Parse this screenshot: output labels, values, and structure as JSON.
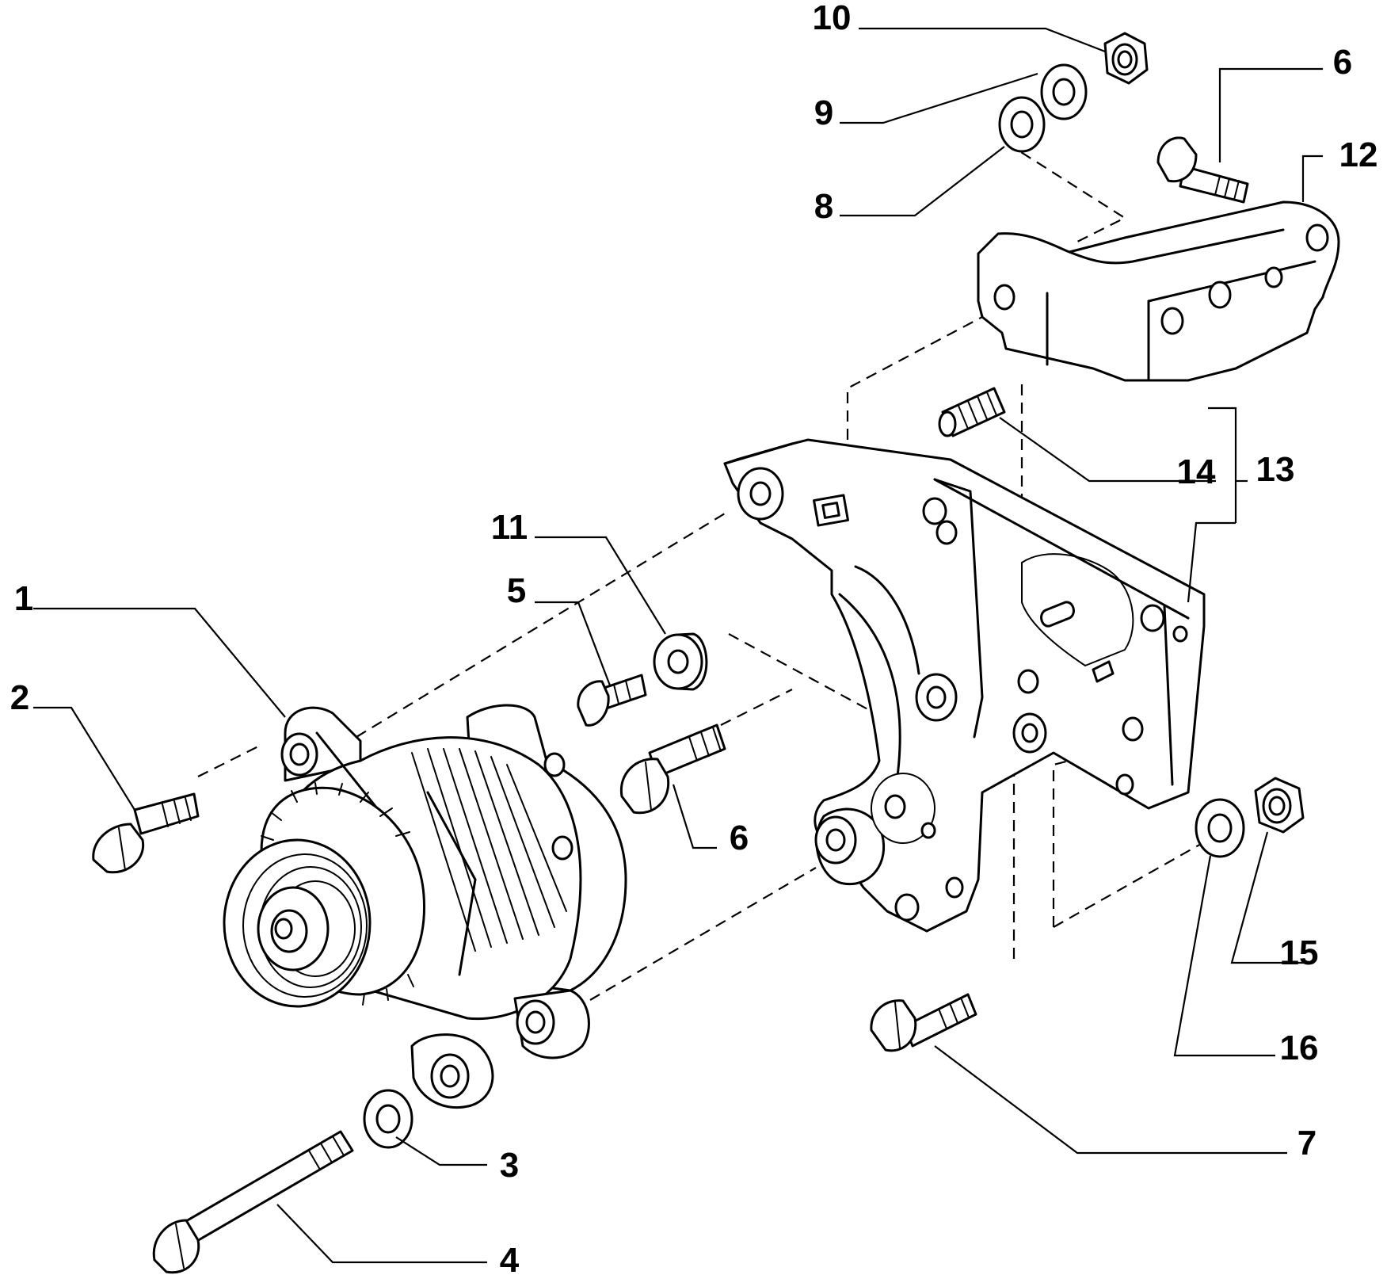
{
  "callouts": [
    "1",
    "2",
    "3",
    "4",
    "5",
    "6",
    "6",
    "7",
    "8",
    "9",
    "10",
    "11",
    "12",
    "13",
    "14",
    "15",
    "16"
  ]
}
